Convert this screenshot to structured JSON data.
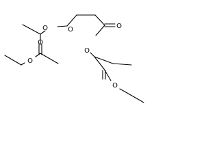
{
  "molecule": {
    "atoms": [
      {
        "id": "o-ester-left",
        "symbol": "O"
      },
      {
        "id": "o-carbonyl-left",
        "symbol": "O"
      },
      {
        "id": "o-carbonyl-right",
        "symbol": "O"
      },
      {
        "id": "o-carbonyl-top",
        "symbol": "O"
      },
      {
        "id": "o-ethoxy-left",
        "symbol": "O"
      },
      {
        "id": "o-ester-right",
        "symbol": "O"
      },
      {
        "id": "o-ethoxy-right",
        "symbol": "O"
      }
    ],
    "colors": {
      "bond": "#000000",
      "label": "#000000"
    }
  }
}
